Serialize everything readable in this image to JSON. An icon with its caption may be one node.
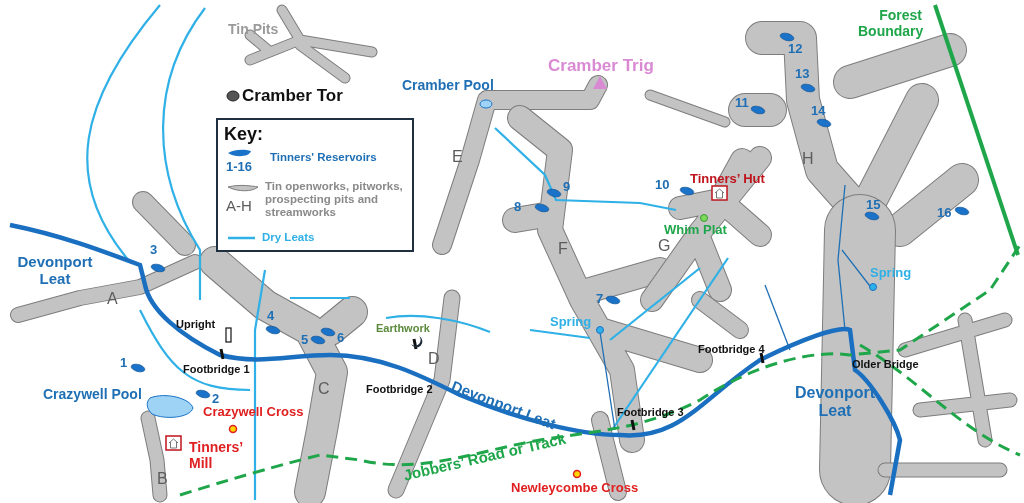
{
  "diagram": {
    "labels": [
      "Tin Pits",
      "Cramber Tor",
      "Cramber Pool",
      "Cramber Trig",
      "Forest Boundary",
      "Key:",
      "1-16",
      "A-H",
      "12",
      "13",
      "11",
      "14",
      "E",
      "H",
      "10",
      "Tinners’ Hut",
      "9",
      "8",
      "Whim Plat",
      "15",
      "16",
      "3",
      "F",
      "G",
      "Devonport Leat",
      "A",
      "Spring",
      "7",
      "4",
      "5",
      "6",
      "Upright",
      "Earthwork",
      "D",
      "Spring",
      "1",
      "Footbridge 1",
      "Footbridge 4",
      "Older Bridge",
      "C",
      "Crazywell Pool",
      "2",
      "Footbridge 2",
      "Devonport Leat",
      "Devonport Leat",
      "Crazywell Cross",
      "Footbridge 3",
      "Tinners’ Mill",
      "B",
      "Jobbers’ Road or Track",
      "Newleycombe Cross"
    ],
    "legend": [
      {
        "text": "Tinners' Reservoirs"
      },
      {
        "text": "Tin openworks, pitworks, prospecting pits and streamworks"
      },
      {
        "text": "Dry Leats"
      }
    ]
  }
}
